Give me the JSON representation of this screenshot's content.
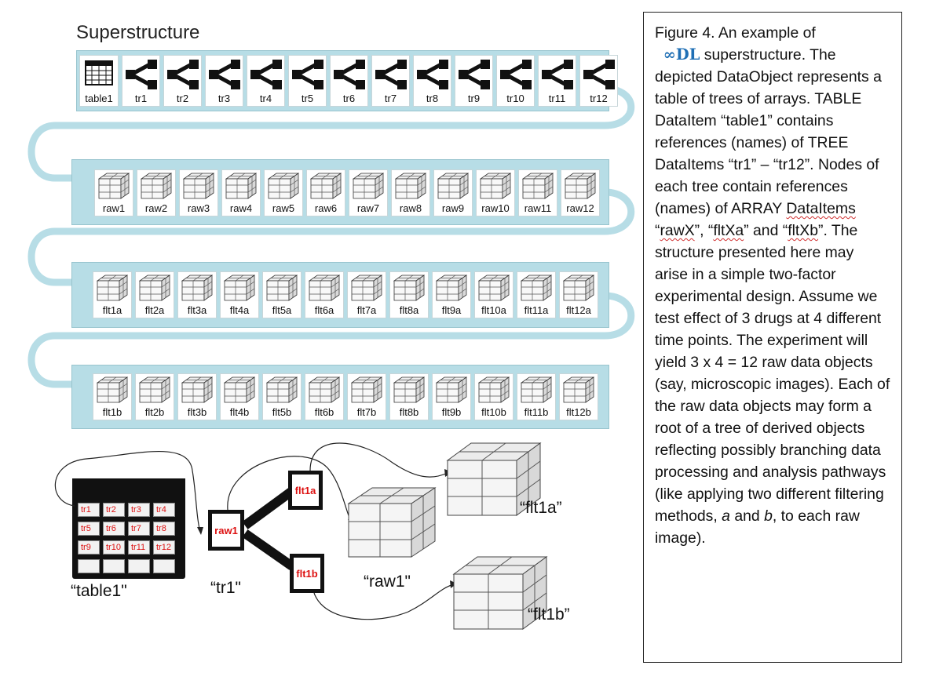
{
  "title": "Superstructure",
  "rows": {
    "row1": {
      "table_label": "table1",
      "items": [
        "tr1",
        "tr2",
        "tr3",
        "tr4",
        "tr5",
        "tr6",
        "tr7",
        "tr8",
        "tr9",
        "tr10",
        "tr11",
        "tr12"
      ]
    },
    "row2": {
      "items": [
        "raw1",
        "raw2",
        "raw3",
        "raw4",
        "raw5",
        "raw6",
        "raw7",
        "raw8",
        "raw9",
        "raw10",
        "raw11",
        "raw12"
      ]
    },
    "row3": {
      "items": [
        "flt1a",
        "flt2a",
        "flt3a",
        "flt4a",
        "flt5a",
        "flt6a",
        "flt7a",
        "flt8a",
        "flt9a",
        "flt10a",
        "flt11a",
        "flt12a"
      ]
    },
    "row4": {
      "items": [
        "flt1b",
        "flt2b",
        "flt3b",
        "flt4b",
        "flt5b",
        "flt6b",
        "flt7b",
        "flt8b",
        "flt9b",
        "flt10b",
        "flt11b",
        "flt12b"
      ]
    }
  },
  "table_cells": [
    "tr1",
    "tr2",
    "tr3",
    "tr4",
    "tr5",
    "tr6",
    "tr7",
    "tr8",
    "tr9",
    "tr10",
    "tr11",
    "tr12"
  ],
  "labels": {
    "table1": "“table1\"",
    "tr1": "“tr1\"",
    "raw1": "“raw1\"",
    "flt1a": "“flt1a”",
    "flt1b": "“flt1b”"
  },
  "tree_nodes": {
    "root": "raw1",
    "a": "flt1a",
    "b": "flt1b"
  },
  "caption": {
    "p1": "Figure 4. An example of",
    "logo": "∞DL",
    "p2": " superstructure. The depicted DataObject represents a table of trees of arrays. TABLE DataItem “table1” contains references (names) of TREE  DataItems “tr1” – “tr12”.  Nodes of each tree contain references (names) of ARRAY ",
    "w1": "DataItems",
    "q1": " “",
    "w2": "rawX",
    "q2": "”, “",
    "w3": "fltXa",
    "q3": "” and “",
    "w4": "fltXb",
    "p3": "”. The structure presented here may arise in a simple two-factor experimental design. Assume we test effect of 3 drugs at 4 different time points. The experiment will yield 3 x 4 = 12 raw data objects (say, microscopic images). Each of the raw data objects may form a root of a tree of derived objects reflecting possibly branching data processing and analysis pathways (like applying two different filtering methods, ",
    "a": "a",
    "p4": " and ",
    "b": "b",
    "p5": ", to each raw image)."
  }
}
